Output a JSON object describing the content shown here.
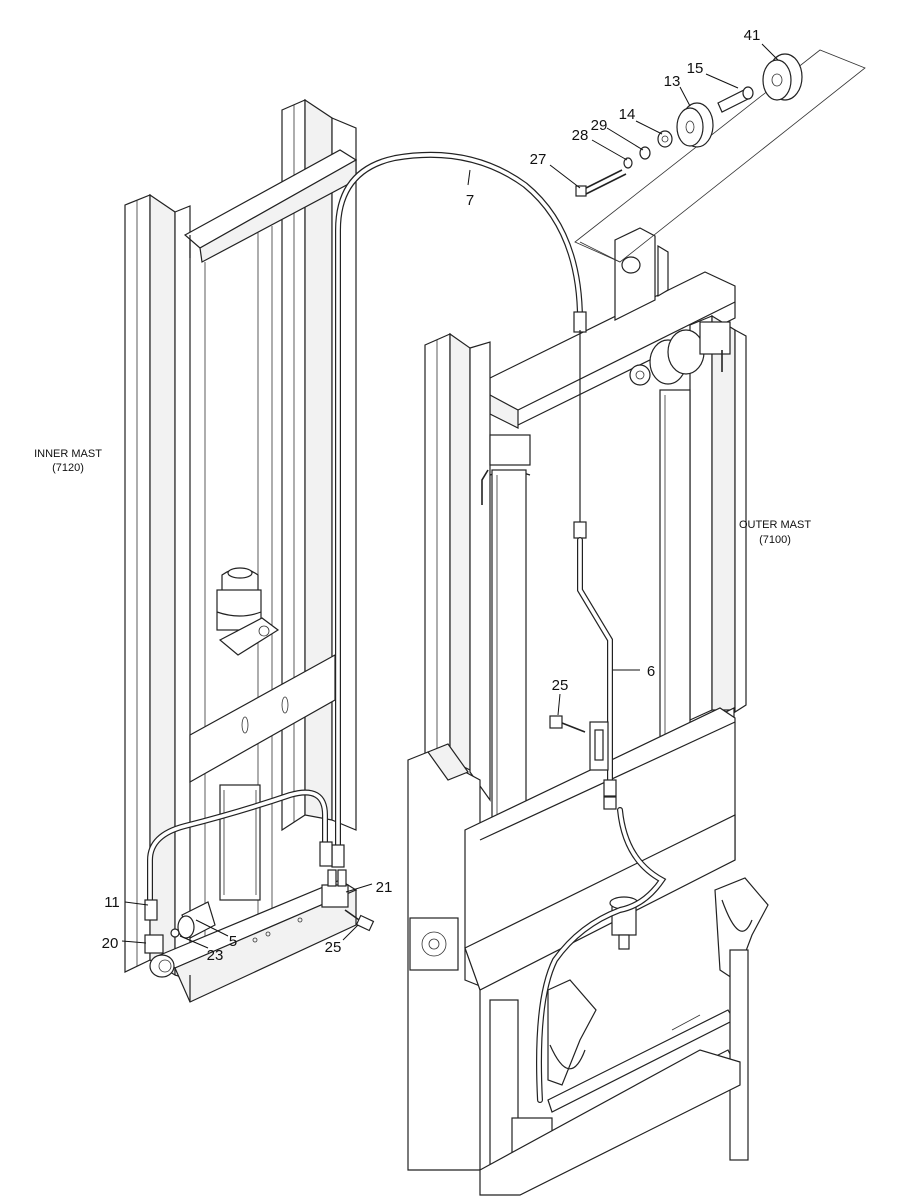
{
  "labels": {
    "inner_mast": {
      "name": "INNER MAST",
      "code": "(7120)"
    },
    "outer_mast": {
      "name": "OUTER MAST",
      "code": "(7100)"
    }
  },
  "callouts": {
    "p41": "41",
    "p15": "15",
    "p13": "13",
    "p14": "14",
    "p29": "29",
    "p28": "28",
    "p27": "27",
    "p7": "7",
    "p6": "6",
    "p25_upper": "25",
    "p25_lower": "25",
    "p11": "11",
    "p20": "20",
    "p23": "23",
    "p5": "5",
    "p21": "21"
  }
}
